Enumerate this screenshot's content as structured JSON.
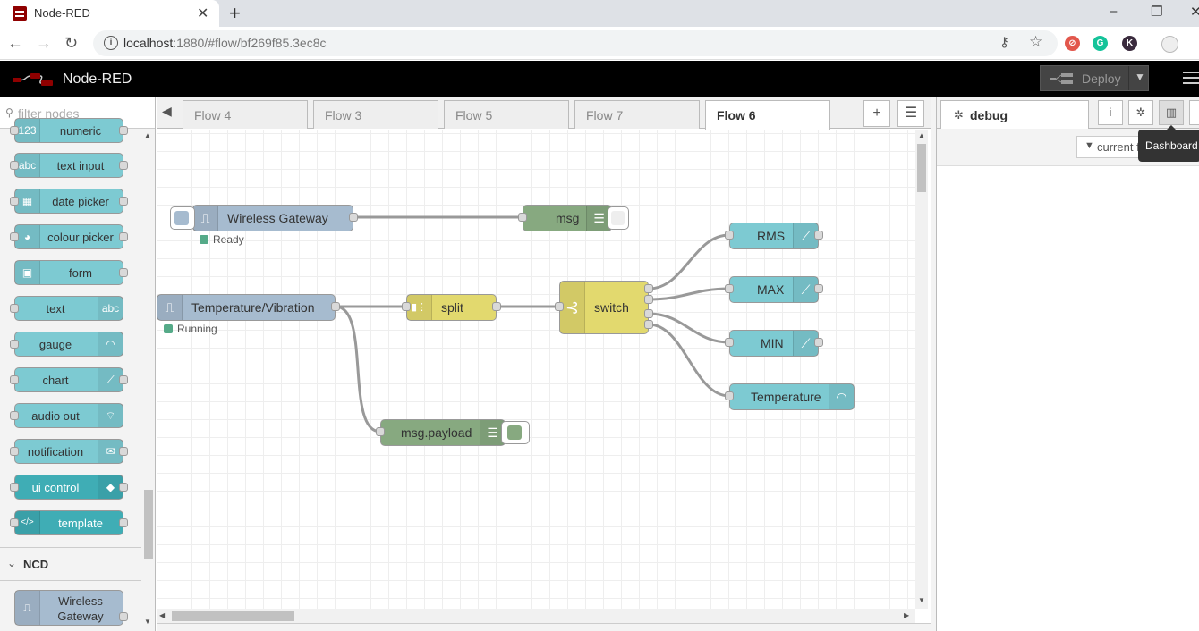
{
  "browser": {
    "tab_title": "Node-RED",
    "tab_close": "✕",
    "new_tab": "+",
    "url_host": "localhost",
    "url_rest": ":1880/#flow/bf269f85.3ec8c",
    "minimize": "–",
    "restore": "❐",
    "close": "✕"
  },
  "app": {
    "title": "Node-RED",
    "deploy_label": "Deploy"
  },
  "palette": {
    "filter_placeholder": "filter nodes",
    "nodes": [
      {
        "label": "numeric",
        "icon": "123"
      },
      {
        "label": "text input",
        "icon": "abc"
      },
      {
        "label": "date picker",
        "icon": "▦"
      },
      {
        "label": "colour picker",
        "icon": "◕"
      },
      {
        "label": "form",
        "icon": "▣"
      },
      {
        "label": "text",
        "icon": "abc"
      },
      {
        "label": "gauge",
        "icon": "◠"
      },
      {
        "label": "chart",
        "icon": "⟋"
      },
      {
        "label": "audio out",
        "icon": "⌔"
      },
      {
        "label": "notification",
        "icon": "✉"
      },
      {
        "label": "ui control",
        "icon": "◆"
      },
      {
        "label": "template",
        "icon": "</>"
      }
    ],
    "category": "NCD",
    "category_node": "Wireless Gateway"
  },
  "workspace": {
    "tabs": [
      "Flow 4",
      "Flow 3",
      "Flow 5",
      "Flow 7",
      "Flow 6"
    ],
    "active_tab": "Flow 6",
    "add_flow": "+",
    "flow_list": "☰"
  },
  "flow": {
    "nodes": {
      "wireless_gateway": "Wireless Gateway",
      "msg": "msg",
      "temp_vib": "Temperature/Vibration",
      "split": "split",
      "switch": "switch",
      "rms": "RMS",
      "max": "MAX",
      "min": "MIN",
      "temperature": "Temperature",
      "msg_payload": "msg.payload"
    },
    "status": {
      "gateway": "Ready",
      "temp_vib": "Running"
    }
  },
  "sidebar": {
    "tab_label": "debug",
    "filter_label": "current f",
    "tooltip": "Dashboard"
  },
  "colors": {
    "dashboard_node": "#7dcad2",
    "dashboard_dark": "#3fadb5",
    "ncd_node": "#a6bbcf",
    "debug_node": "#87a980",
    "function_node": "#e2d96e",
    "header": "#000000"
  }
}
